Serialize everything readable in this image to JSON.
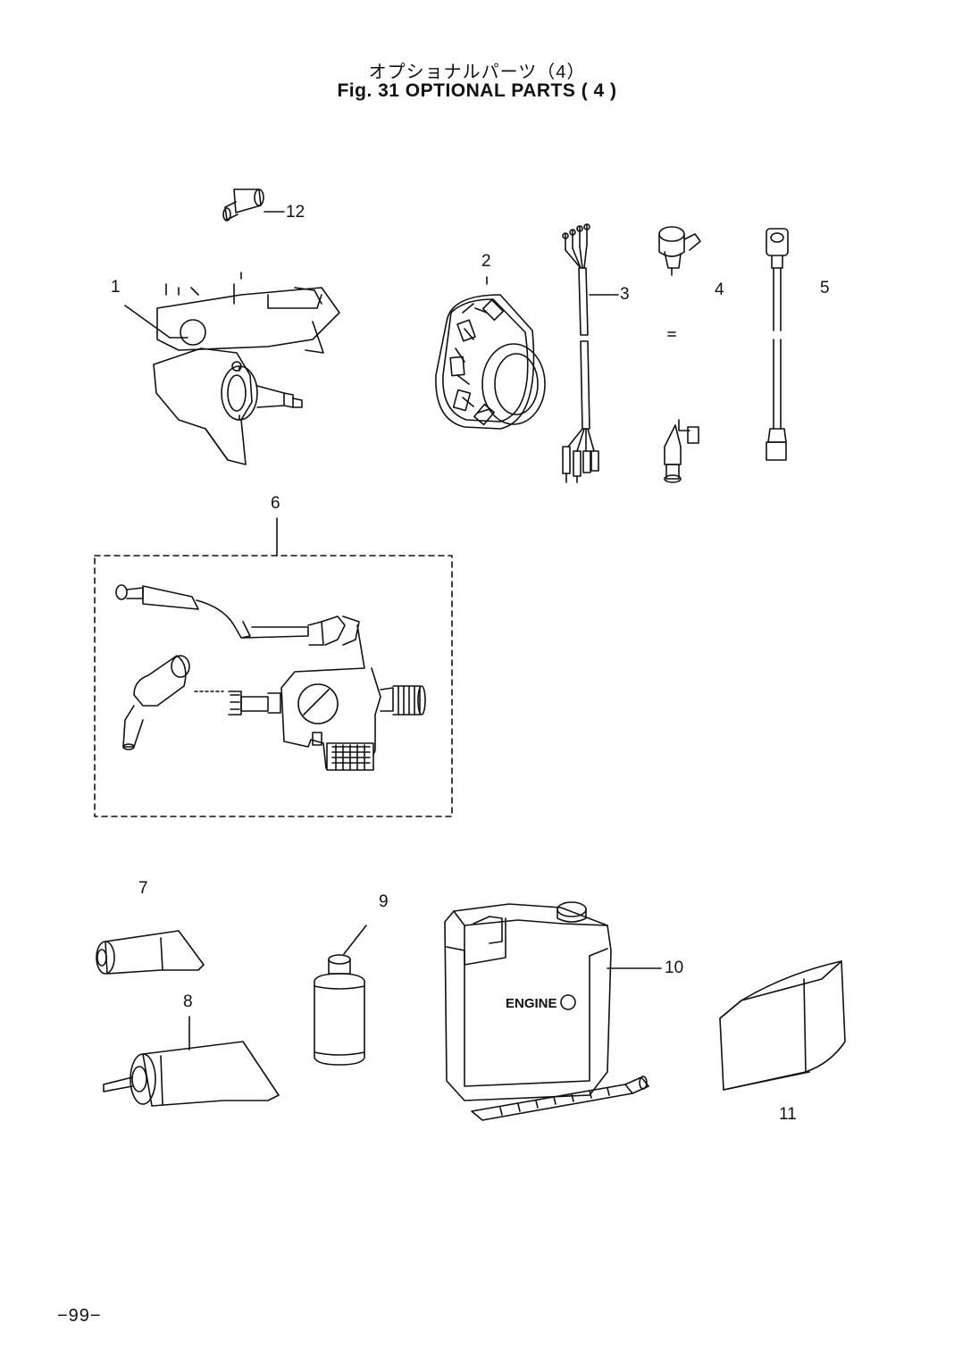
{
  "header": {
    "title_jp": "オプショナルパーツ（4）",
    "title_en": "Fig. 31   OPTIONAL PARTS ( 4 )"
  },
  "callouts": [
    "1",
    "2",
    "3",
    "4",
    "5",
    "6",
    "7",
    "8",
    "9",
    "10",
    "11",
    "12"
  ],
  "container_label": "ENGINE",
  "footer": {
    "page_number": "−99−"
  }
}
